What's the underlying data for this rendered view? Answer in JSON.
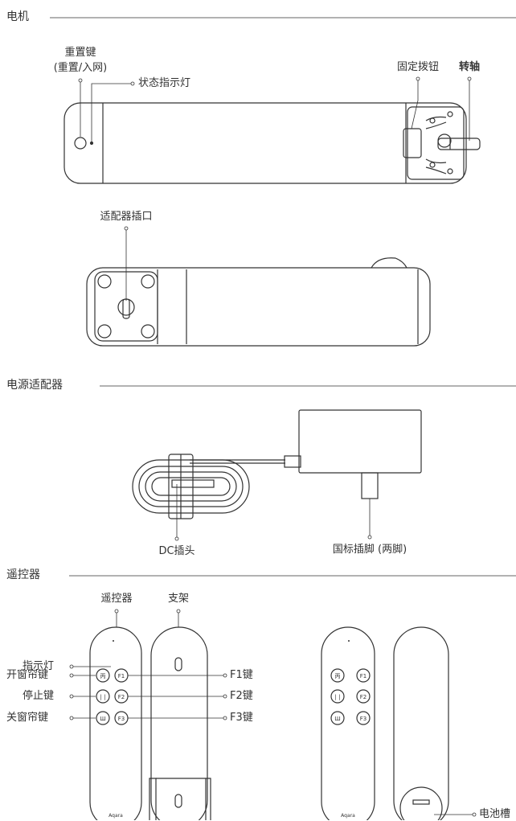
{
  "sections": {
    "motor": "电机",
    "adapter": "电源适配器",
    "remote": "遥控器"
  },
  "motor_labels": {
    "reset_key": "重置键",
    "reset_key_sub": "(重置/入网)",
    "status_light": "状态指示灯",
    "fix_knob": "固定拨钮",
    "shaft": "转轴",
    "adapter_port": "适配器插口"
  },
  "adapter_labels": {
    "dc_plug": "DC插头",
    "gb_plug": "国标插脚 (两脚)"
  },
  "remote_labels": {
    "remote": "遥控器",
    "bracket": "支架",
    "indicator": "指示灯",
    "open_key": "开窗帘键",
    "stop_key": "停止键",
    "close_key": "关窗帘键",
    "f1": "F1键",
    "f2": "F2键",
    "f3": "F3键",
    "battery": "电池槽"
  },
  "remote_buttons": {
    "open": "丙",
    "stop": "| |",
    "close": "Ш",
    "f1": "F1",
    "f2": "F2",
    "f3": "F3"
  },
  "brand": "Aqara"
}
